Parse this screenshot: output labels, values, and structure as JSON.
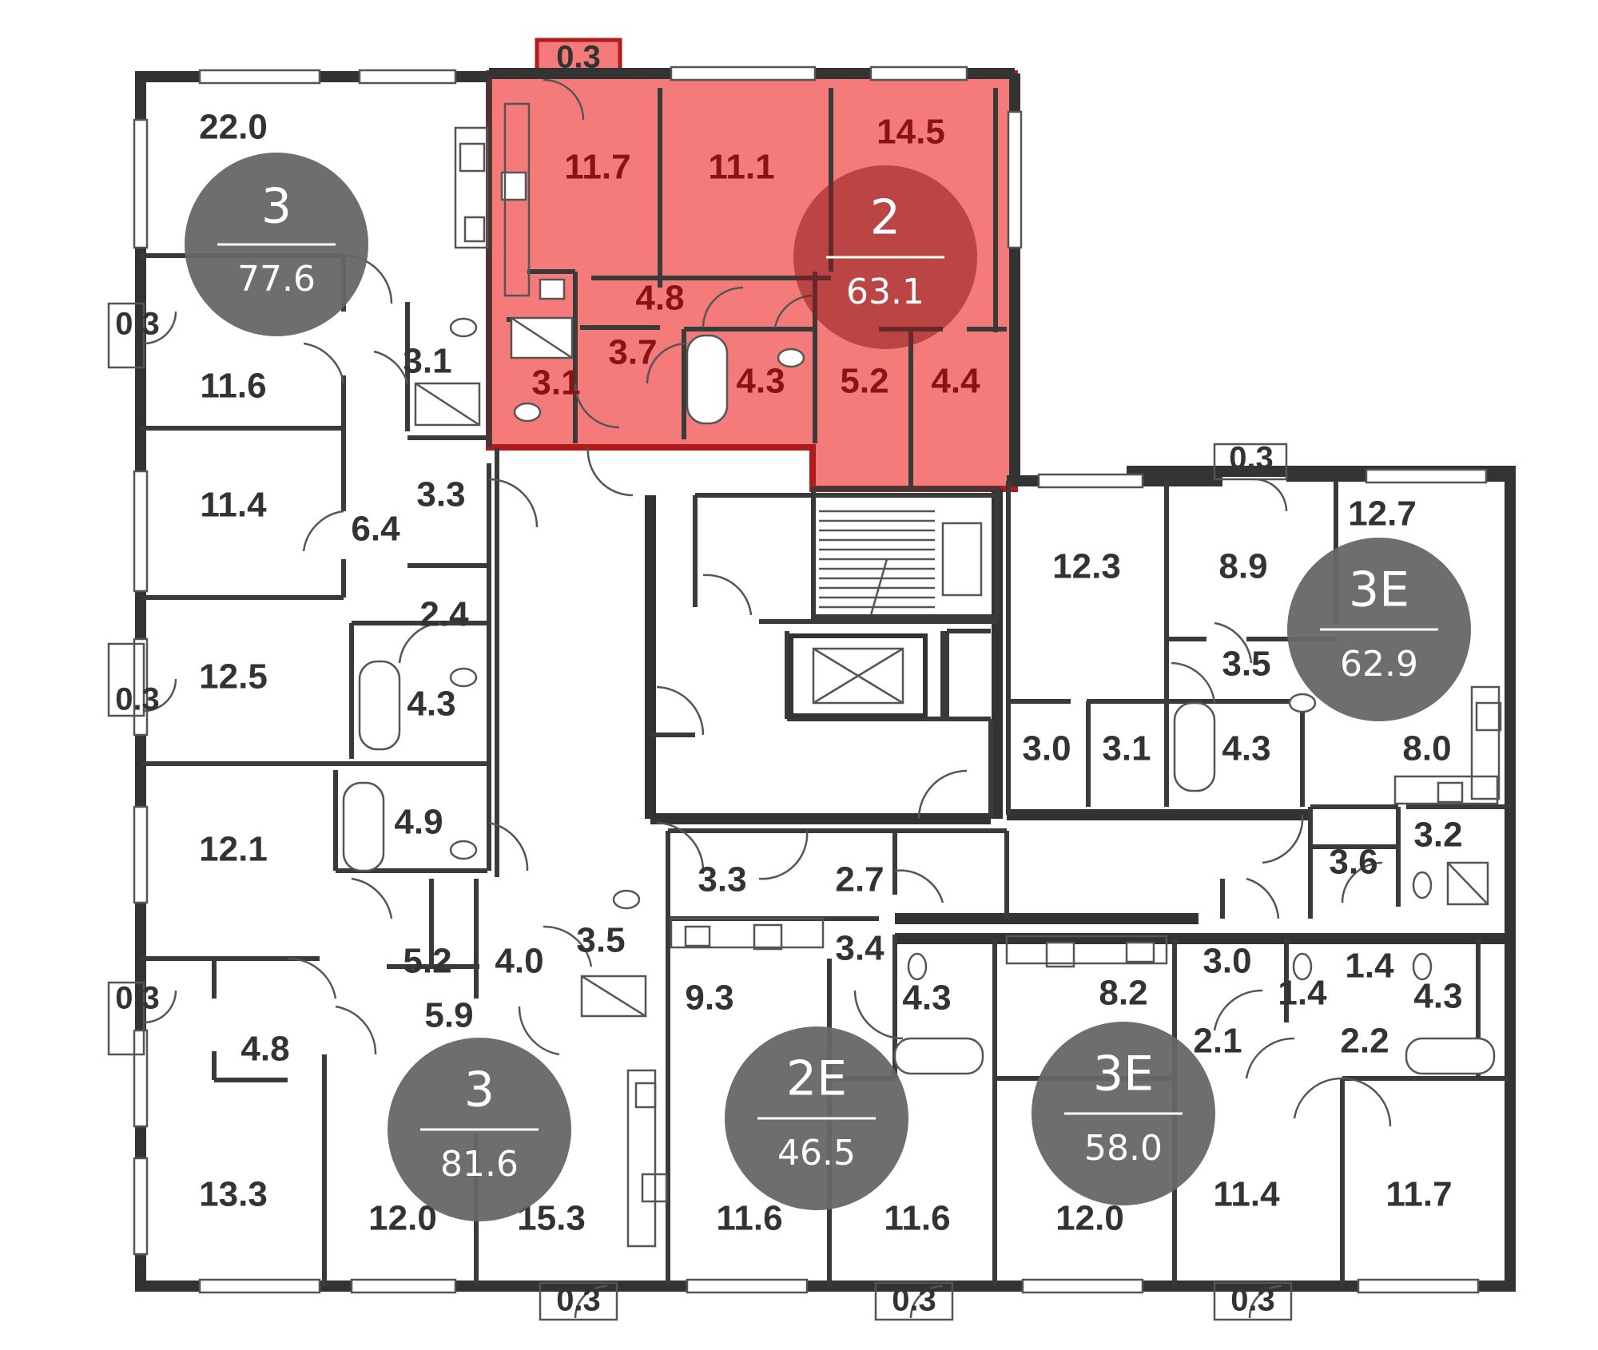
{
  "colors": {
    "highlight_fill": "#f46f6f",
    "highlight_stroke": "#b01c1c",
    "badge": "#666666",
    "wall": "#333333"
  },
  "apartments": [
    {
      "id": "apt-3-top",
      "rooms": "3",
      "area": "77.6"
    },
    {
      "id": "apt-2-selected",
      "rooms": "2",
      "area": "63.1"
    },
    {
      "id": "apt-3e-right",
      "rooms": "3E",
      "area": "62.9"
    },
    {
      "id": "apt-3-bottom",
      "rooms": "3",
      "area": "81.6"
    },
    {
      "id": "apt-2e-bottom",
      "rooms": "2E",
      "area": "46.5"
    },
    {
      "id": "apt-3e-bottom",
      "rooms": "3E",
      "area": "58.0"
    }
  ],
  "rooms": {
    "a1": [
      "22.0",
      "11.6",
      "3.1",
      "11.4",
      "3.3",
      "6.4",
      "12.5",
      "2.4",
      "4.3",
      "12.1",
      "4.9",
      "5.2",
      "4.0",
      "0.3",
      "0.3"
    ],
    "a2": [
      "0.3",
      "11.7",
      "11.1",
      "14.5",
      "4.8",
      "3.7",
      "3.1",
      "4.3",
      "5.2",
      "4.4"
    ],
    "a3": [
      "0.3",
      "12.3",
      "8.9",
      "12.7",
      "3.5",
      "3.0",
      "3.1",
      "4.3",
      "8.0",
      "3.2",
      "3.6"
    ],
    "a4": [
      "0.3",
      "4.8",
      "5.9",
      "3.5",
      "13.3",
      "12.0",
      "15.3",
      "0.3"
    ],
    "a5": [
      "3.3",
      "2.7",
      "3.4",
      "9.3",
      "4.3",
      "11.6",
      "11.6",
      "0.3"
    ],
    "a6": [
      "8.2",
      "3.0",
      "1.4",
      "1.4",
      "4.3",
      "2.1",
      "2.2",
      "12.0",
      "11.4",
      "11.7",
      "0.3"
    ]
  }
}
